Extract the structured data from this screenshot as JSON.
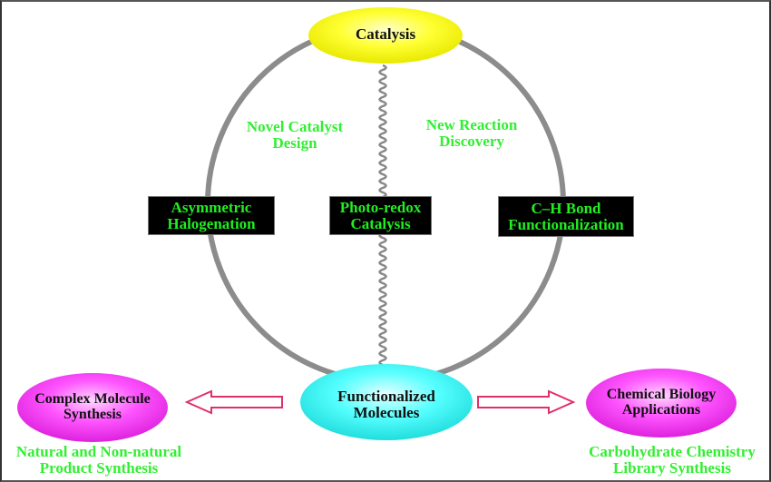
{
  "diagram": {
    "center_top": "Catalysis",
    "center_bottom": [
      "Functionalized",
      "Molecules"
    ],
    "left_node": [
      "Complex Molecule",
      "Synthesis"
    ],
    "right_node": [
      "Chemical Biology",
      "Applications"
    ],
    "left_caption": [
      "Natural and Non-natural",
      "Product Synthesis"
    ],
    "right_caption": [
      "Carbohydrate Chemistry",
      "Library Synthesis"
    ],
    "upper_left_label": [
      "Novel Catalyst",
      "Design"
    ],
    "upper_right_label": [
      "New Reaction",
      "Discovery"
    ],
    "boxes": [
      [
        "Asymmetric",
        "Halogenation"
      ],
      [
        "Photo-redox",
        "Catalysis"
      ],
      [
        "C–H Bond",
        "Functionalization"
      ]
    ],
    "colors": {
      "catalysis_fill": "#ffff00",
      "functionalized_fill": "#33ffff",
      "application_fill": "#ff33ff",
      "label_green": "#33ee33",
      "arrow": "#e0306a",
      "ring": "#8c8c8c"
    }
  }
}
